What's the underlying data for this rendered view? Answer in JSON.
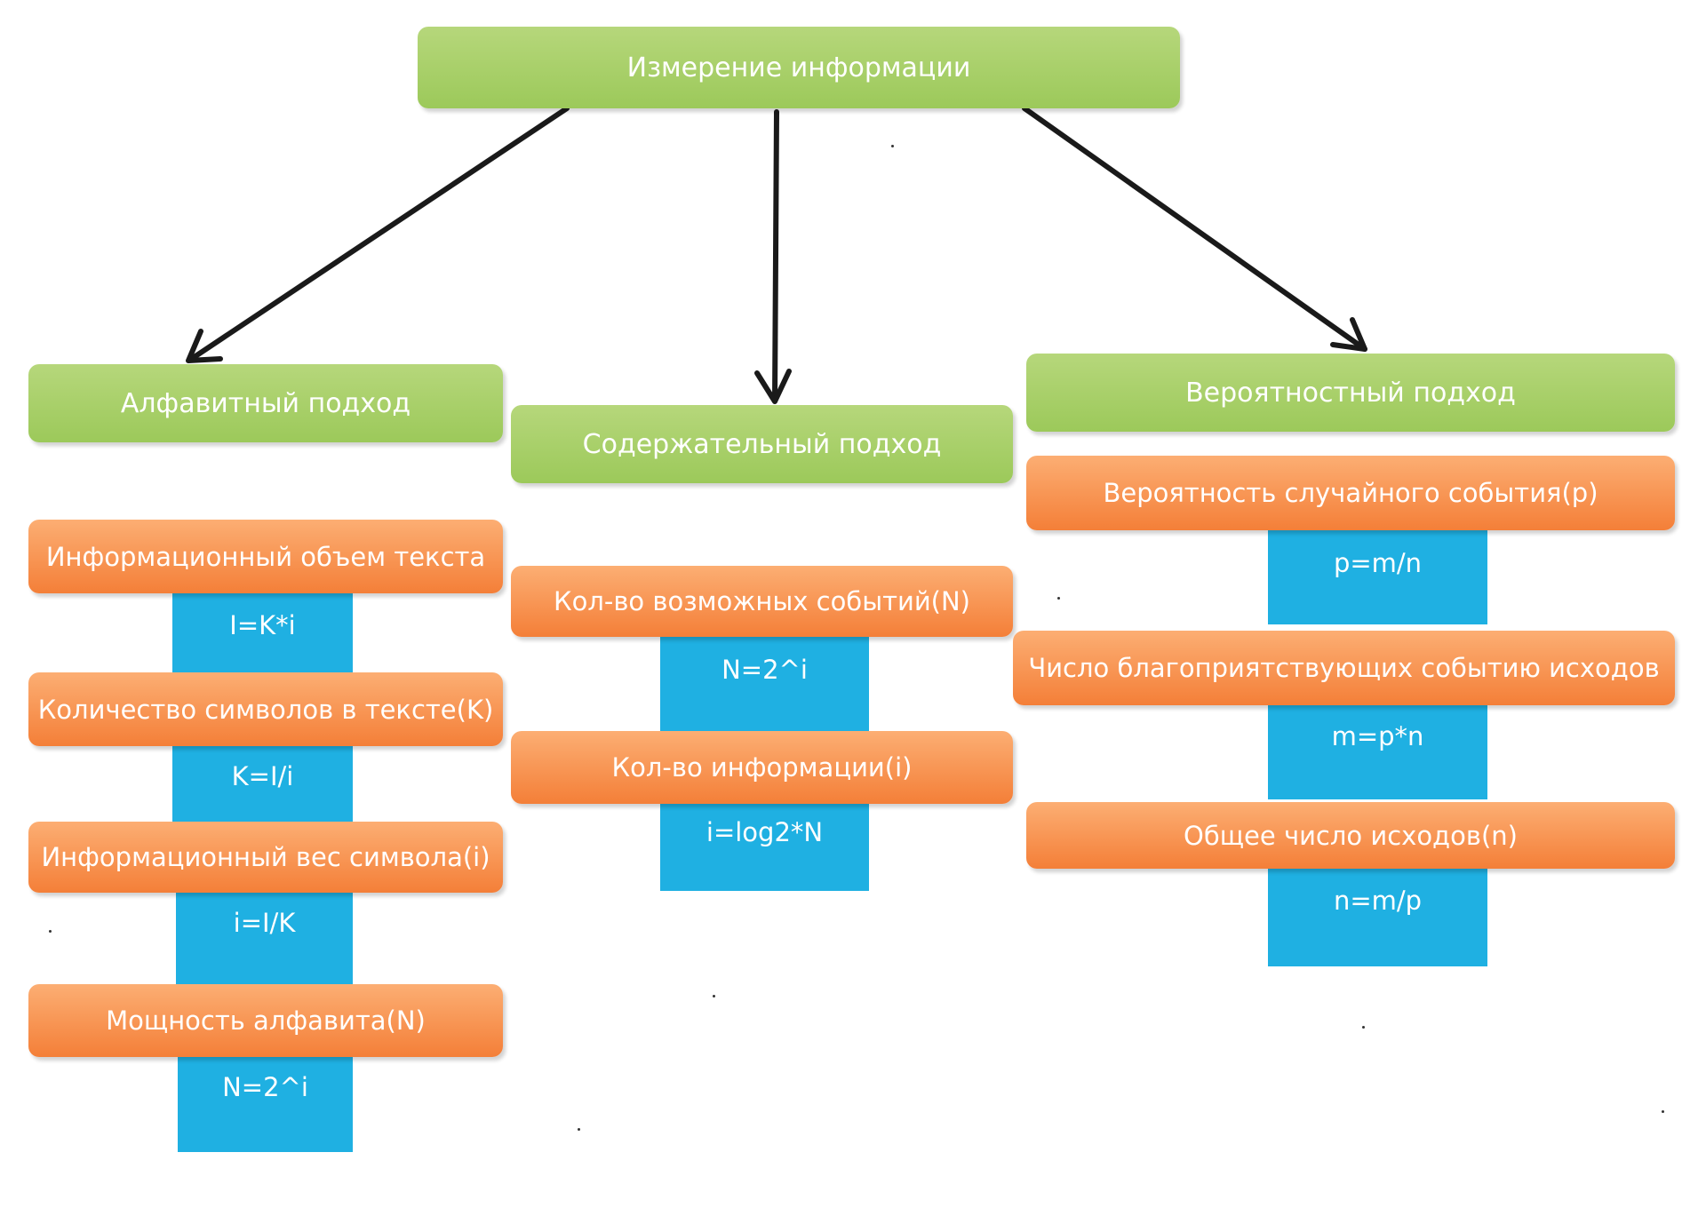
{
  "root": {
    "label": "Измерение информации"
  },
  "approaches": [
    {
      "title": "Алфавитный подход",
      "items": [
        {
          "label": "Информационный объем текста",
          "formula": "I=K*i"
        },
        {
          "label": "Количество символов в тексте(K)",
          "formula": "K=I/i"
        },
        {
          "label": "Информационный вес символа(i)",
          "formula": "i=I/K"
        },
        {
          "label": "Мощность алфавита(N)",
          "formula": "N=2^i"
        }
      ]
    },
    {
      "title": "Содержательный подход",
      "items": [
        {
          "label": "Кол-во возможных событий(N)",
          "formula": "N=2^i"
        },
        {
          "label": "Кол-во информации(i)",
          "formula": "i=log2*N"
        }
      ]
    },
    {
      "title": "Вероятностный подход",
      "items": [
        {
          "label": "Вероятность случайного события(p)",
          "formula": "p=m/n"
        },
        {
          "label": "Число благоприятствующих событию исходов",
          "formula": "m=p*n"
        },
        {
          "label": "Общее число исходов(n)",
          "formula": "n=m/p"
        }
      ]
    }
  ],
  "colors": {
    "green": "#9cc95a",
    "orange": "#f47f38",
    "blue": "#1fb0e2",
    "arrow": "#1a1a1a"
  }
}
